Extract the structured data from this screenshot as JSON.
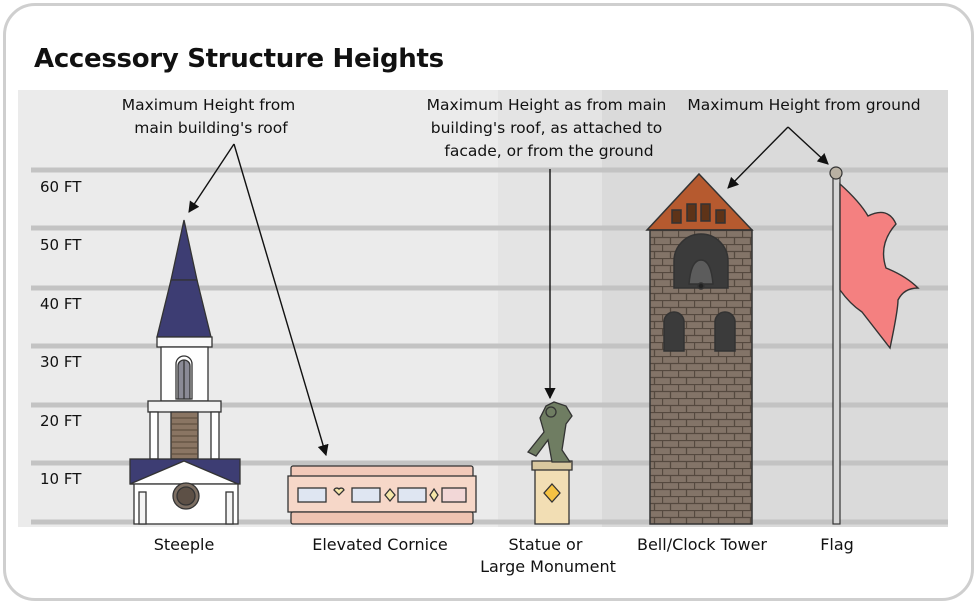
{
  "title": "Accessory Structure Heights",
  "axis": {
    "unit": "FT",
    "ticks": [
      "60 FT",
      "50 FT",
      "40 FT",
      "30 FT",
      "20 FT",
      "10 FT"
    ]
  },
  "annotations": {
    "roof": [
      "Maximum Height from",
      "main building's roof"
    ],
    "statue": [
      "Maximum Height as from main",
      "building's roof, as attached to",
      "facade, or from the ground"
    ],
    "ground": "Maximum Height from ground"
  },
  "structures": {
    "steeple": "Steeple",
    "cornice": "Elevated Cornice",
    "statue": [
      "Statue or",
      "Large Monument"
    ],
    "tower": "Bell/Clock Tower",
    "flag": "Flag"
  },
  "colors": {
    "panel_light": "#ebebeb",
    "panel_mid": "#e4e4e4",
    "panel_dark": "#dadada",
    "gridline": "#c3c3c3",
    "steeple_roof": "#3d3d73",
    "brick": "#7f7166",
    "flag": "#f48080"
  }
}
